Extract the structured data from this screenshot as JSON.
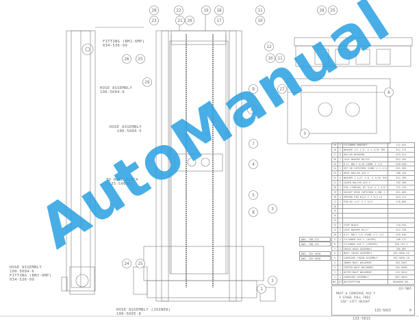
{
  "watermark": "AutoManual",
  "labels": {
    "fitting_top": "FITTING (BMJ-6MP)\n034-536-99",
    "hose_top": "HOSE ASSEMBLY\n100-5004-6",
    "hose_mid": "HOSE ASSEMBLY\n   100-5004-5",
    "to_hose_block": "TO HOSE BLOCK\n(135-5009A)",
    "hose_bottom": "HOSE ASSEMBLY\n100-5004-6\nFITTING (BMJ-6MP)\n034-536-99",
    "hose_joiner": "HOSE ASSEMBLY (JOINER)\n100-5005-8"
  },
  "balloons": [
    "28",
    "23",
    "22",
    "21",
    "20",
    "19",
    "18",
    "17",
    "11",
    "10",
    "12",
    "10",
    "11",
    "9",
    "6",
    "7",
    "4",
    "5",
    "8",
    "3",
    "2",
    "1",
    "26",
    "25",
    "29",
    "24",
    "25",
    "28",
    "25",
    "27",
    "6",
    "3"
  ],
  "parts_list": {
    "headers": [
      "NO.",
      "QTY",
      "DESCRIPTION",
      "DRAWING NO."
    ],
    "rows": [
      [
        "29",
        "2",
        "CYLINDER BRACKET",
        "121-024"
      ],
      [
        "28",
        "1",
        "WASHER 1/2 I.D. X 1-1/32 THK",
        "012-274"
      ],
      [
        "27",
        "8",
        "ROLLER BEARING",
        "015-011"
      ],
      [
        "26",
        "7",
        "LOCK WASHER Ø5/16\"",
        "012-203"
      ],
      [
        "25",
        "7",
        "H.H. BOLT 5/16-18UNC X 1/2",
        "010-036"
      ],
      [
        "24",
        "1",
        "SKT HD CAPSCREW 3/8NC X 1-1/4",
        "011-585"
      ],
      [
        "23",
        "1",
        "HOSE ROLLER ASS'Y",
        "780-192"
      ],
      [
        "22",
        "4",
        "WASHER 1 1/4\" I.D. X 3/16 THK",
        "012-285"
      ],
      [
        "21",
        "2",
        "CHAIN ROLLER ASS'Y",
        "782-306"
      ],
      [
        "20",
        "1",
        "PIN (THREAD) Ø1 3/4\" X 2 3/4\" LG",
        "121-226"
      ],
      [
        "19",
        "2",
        "SOCKET HEAD CAPSCREW 1/2NC X 1",
        "011-065"
      ],
      [
        "18",
        "2",
        "SPRING PIN Ø1/4 X 1 3/4 LG",
        "013-117"
      ],
      [
        "17",
        "1",
        "PIN Ø1 1/4\" X 2 3/4\"",
        "120-884"
      ],
      [
        "16",
        "",
        "",
        ""
      ],
      [
        "15",
        "",
        "",
        ""
      ],
      [
        "14",
        "",
        "",
        ""
      ],
      [
        "13",
        "",
        "",
        ""
      ],
      [
        "12",
        "1",
        "STOP BLOCK",
        "118-934"
      ],
      [
        "11",
        "4",
        "LOCK WASHER Ø1/2\"",
        "012-220"
      ],
      [
        "10",
        "4",
        "H.H. BOLT 1/2-13UNC X 1 1/2",
        "010-048"
      ],
      [
        "9",
        "2",
        "CYLINDER ASS'Y (OUTER)",
        "780-272"
      ],
      [
        "8",
        "1",
        "CYLINDER ASS'Y (CENTER)",
        "780-191-1"
      ],
      [
        "7",
        "1",
        "CROSS HEAD ASSEMBLY",
        "785-087"
      ],
      [
        "6",
        "2",
        "MAST CHAIN ASSEMBLY",
        "103-5030-15"
      ],
      [
        "5",
        "2",
        "CARRIAGE CHAIN ASSEMBLY",
        "103-5030-10"
      ],
      [
        "4",
        "1",
        "INNER MAST WELDMENT",
        "103-5007"
      ],
      [
        "3",
        "1",
        "CENTER MAST WELDMENT",
        "103-5006"
      ],
      [
        "2",
        "1",
        "OUTER MAST WELDMENT",
        "133-5014"
      ],
      [
        "1",
        "1",
        "CARRIAGE ASSEMBLY",
        "807-5025"
      ]
    ],
    "drawing_refs": [
      {
        "row": "9",
        "text": "DWG. 780-272"
      },
      {
        "row": "8",
        "text": "DWG. 780-191"
      },
      {
        "row": "6",
        "text": "DWG. 103-5030"
      },
      {
        "row": "5",
        "text": "DWG. 103-5030"
      }
    ]
  },
  "title_block": {
    "model": "133-5005",
    "title_1": "MAST & CARRIAGE ASS'Y",
    "title_2": "3 STAGE FULL FREE",
    "title_3": "120\" LIFT HEIGHT",
    "drawing_no": "133-5015",
    "rev": "0"
  },
  "footer_number": "133-5015"
}
